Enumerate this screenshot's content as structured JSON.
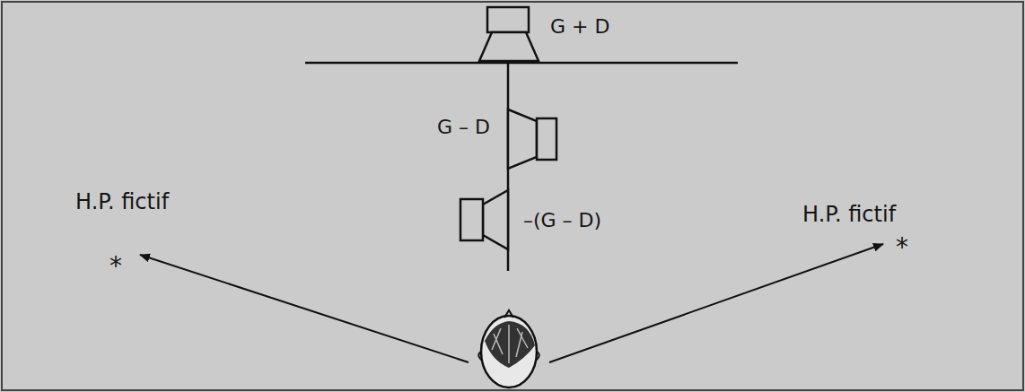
{
  "diagram": {
    "labels": [
      "G + D",
      "G – D",
      "H.P. fictif",
      "*",
      "–(G – D)",
      "H.P. fictif",
      "*"
    ]
  }
}
